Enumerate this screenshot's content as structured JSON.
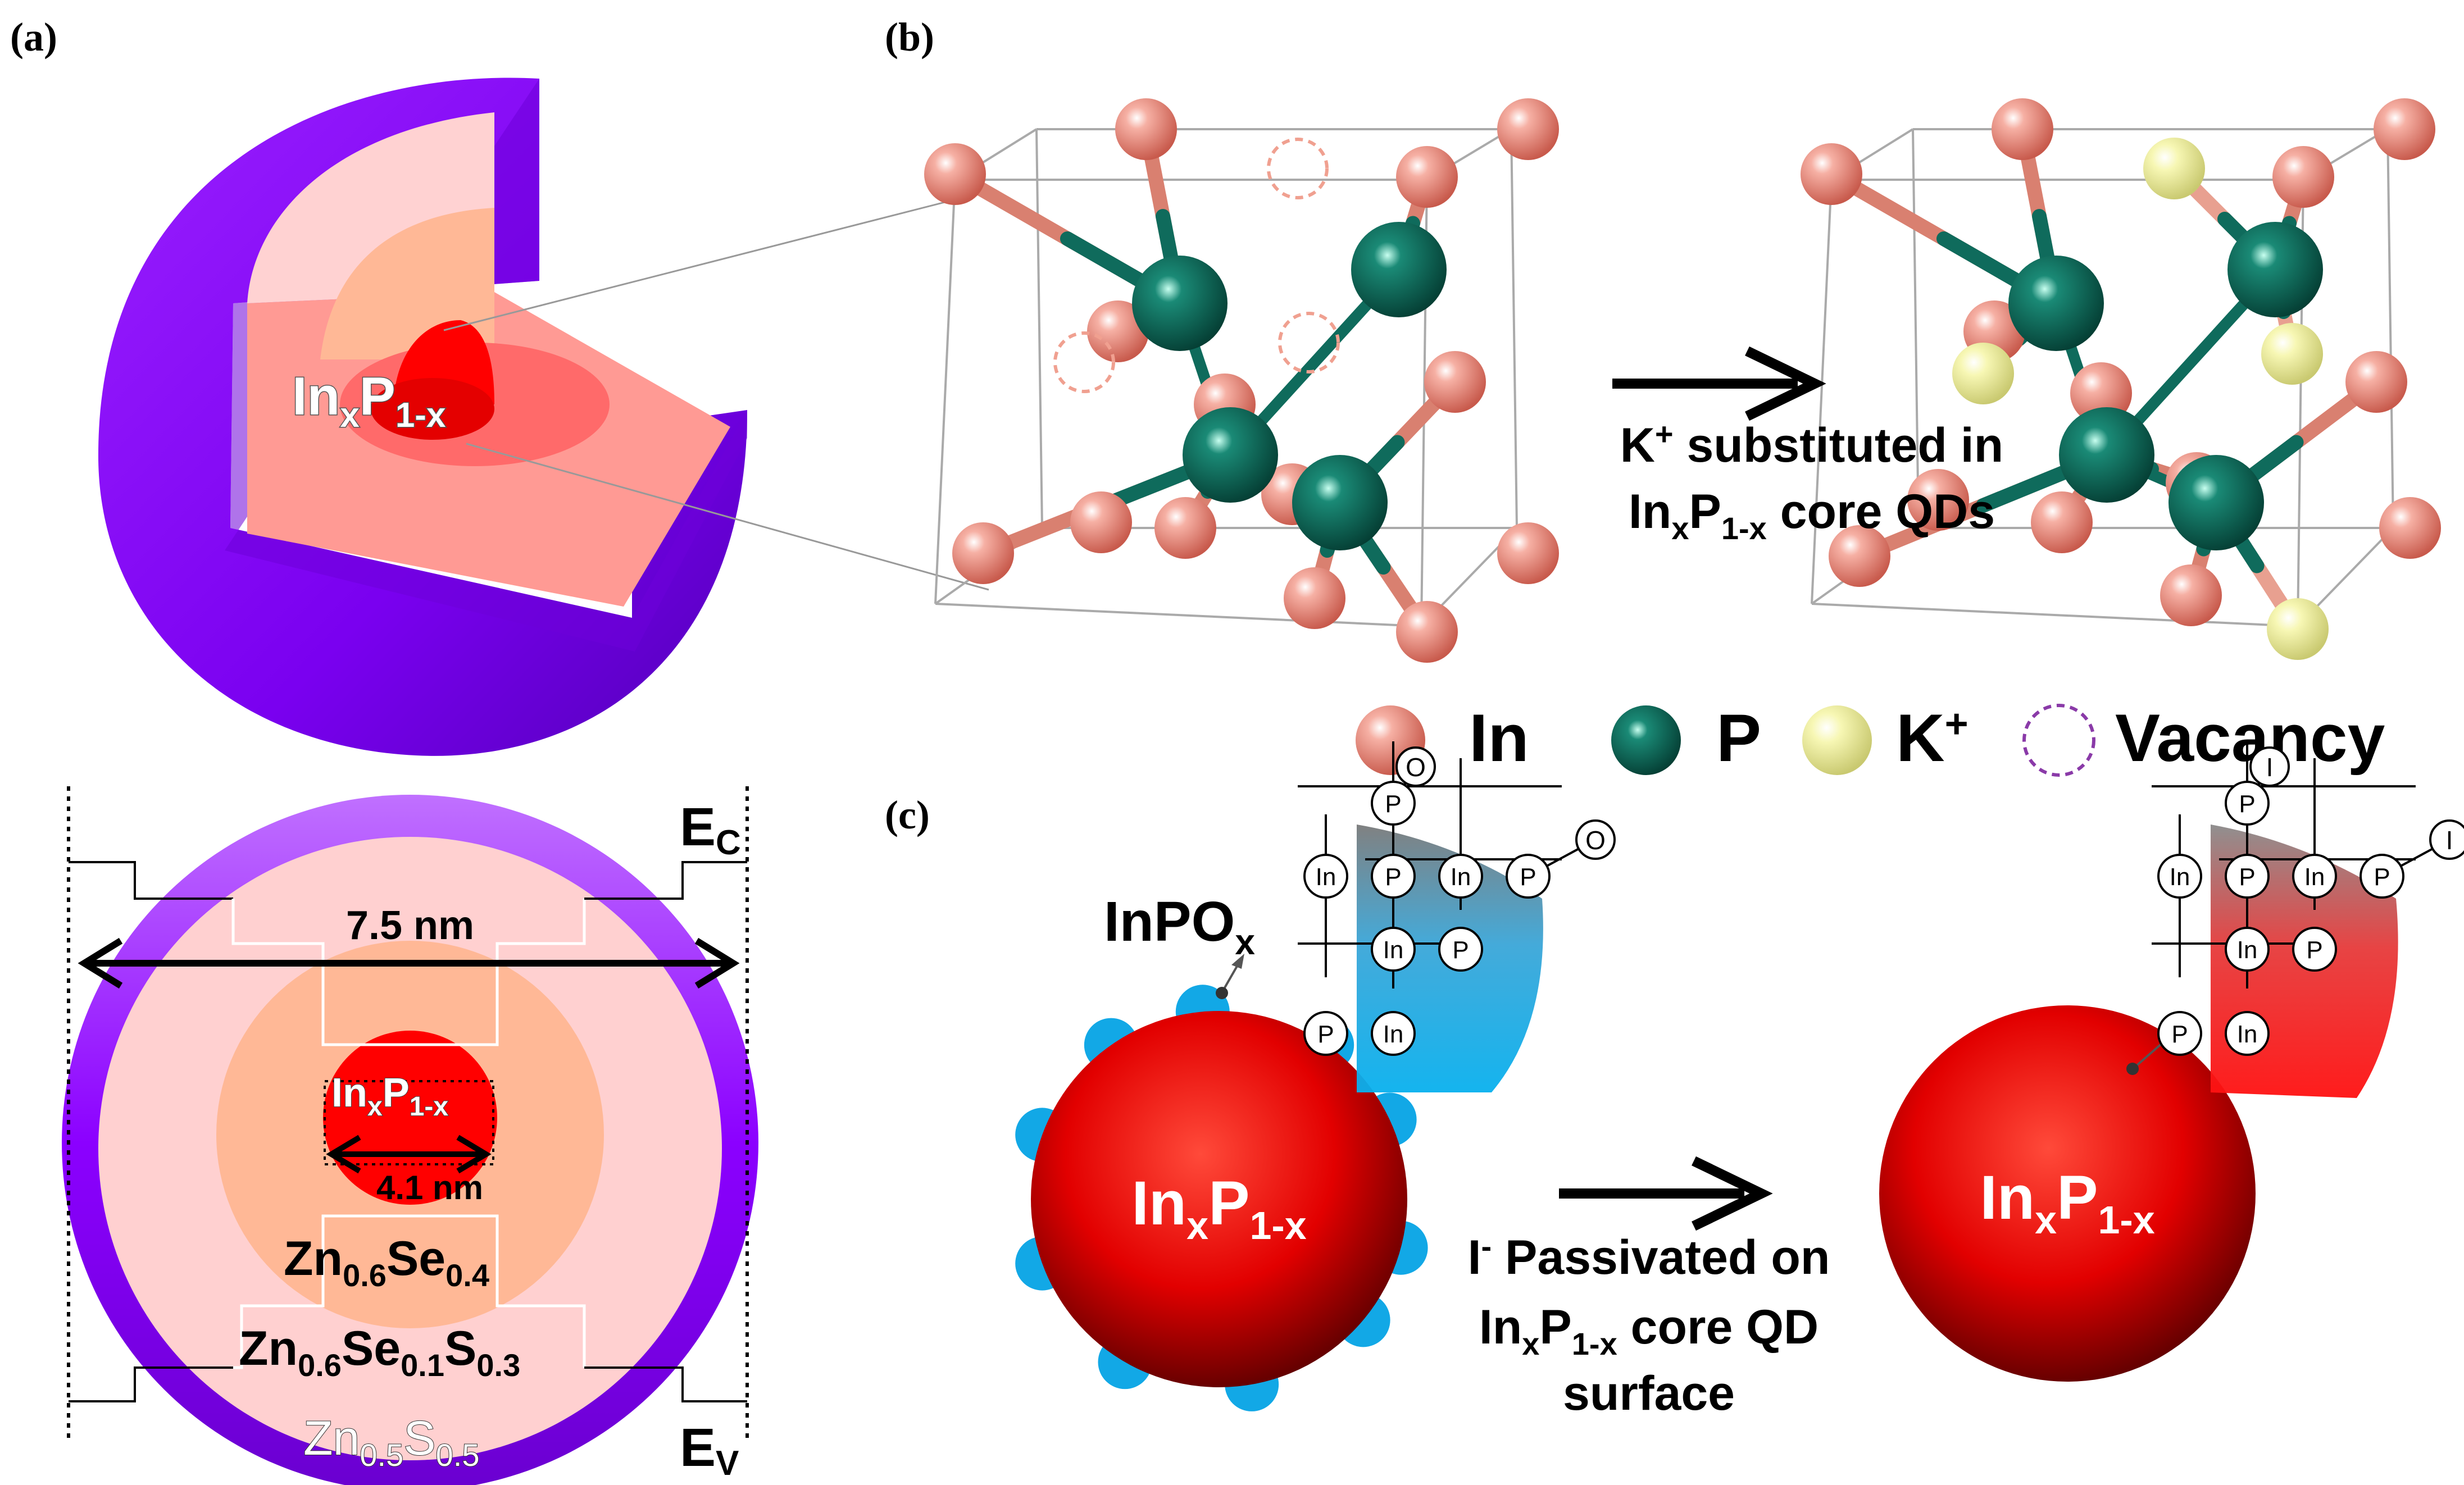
{
  "panels": {
    "a": "(a)",
    "b": "(b)",
    "c": "(c)"
  },
  "panel_a": {
    "core_label": {
      "base1": "In",
      "sub1": "x",
      "base2": "P",
      "sub2": "1-x"
    },
    "diameter_outer": "7.5 nm",
    "diameter_core": "4.1 nm",
    "band_top": {
      "base": "E",
      "sub": "C"
    },
    "band_bottom": {
      "base": "E",
      "sub": "V"
    },
    "shell1": {
      "b1": "Zn",
      "s1": "0.6",
      "b2": "Se",
      "s2": "0.4"
    },
    "shell2": {
      "b1": "Zn",
      "s1": "0.6",
      "b2": "Se",
      "s2": "0.1",
      "b3": "S",
      "s3": "0.3"
    },
    "shell3": {
      "b1": "Zn",
      "s1": "0.5",
      "b2": "S",
      "s2": "0.5"
    }
  },
  "panel_b": {
    "caption_line1": {
      "b1": "K",
      "sup": "+",
      "rest": " substituted in"
    },
    "caption_line2": {
      "b1": "In",
      "s1": "x",
      "b2": "P",
      "s2": "1-x",
      "rest": " core QDs"
    },
    "legend": {
      "in": "In",
      "p": "P",
      "k": {
        "base": "K",
        "sup": "+"
      },
      "vacancy": "Vacancy"
    }
  },
  "panel_c": {
    "inpox": {
      "base": "InPO",
      "sub": "x"
    },
    "left_core": {
      "b1": "In",
      "s1": "x",
      "b2": "P",
      "s2": "1-x"
    },
    "right_core": {
      "b1": "In",
      "s1": "x",
      "b2": "P",
      "s2": "1-x"
    },
    "caption_line1": {
      "sup": "-",
      "base": "I",
      "rest": " Passivated on"
    },
    "caption_line2": {
      "b1": "In",
      "s1": "x",
      "b2": "P",
      "s2": "1-x",
      "rest": " core QD"
    },
    "caption_line3": "surface",
    "atoms": {
      "o": "O",
      "p": "P",
      "in": "In",
      "i": "I"
    }
  },
  "colors": {
    "shell_purple": "#8b00ff",
    "core_red": "#ff0000",
    "shell_pink": "#ffd0d0",
    "shell_peach": "#ffb89a",
    "in_atom": "#f08878",
    "p_atom": "#0f6b5c",
    "k_atom": "#f5f5a0",
    "surface_blue": "#12a8e6"
  }
}
